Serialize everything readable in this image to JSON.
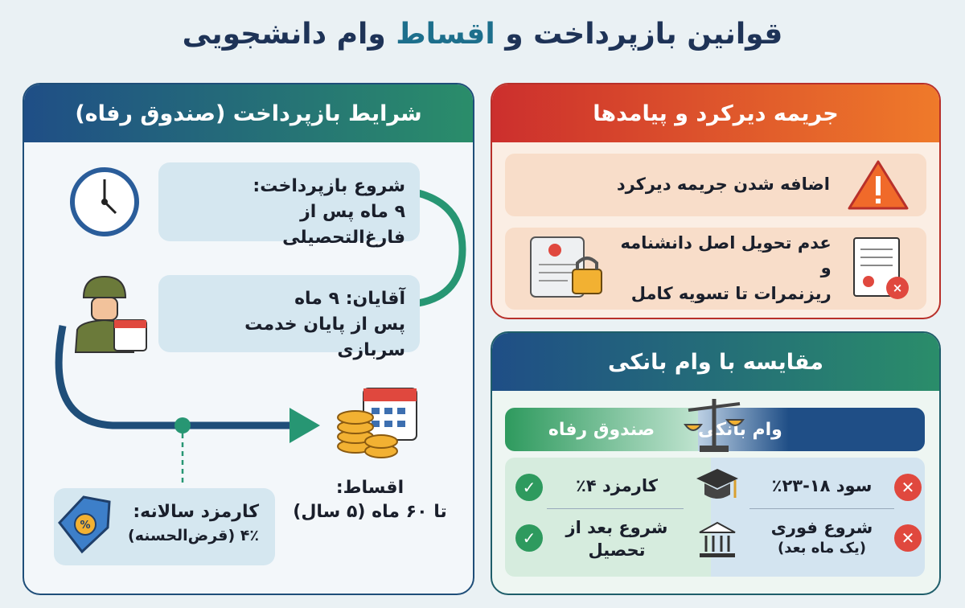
{
  "title": {
    "part1": "قوانین بازپرداخت و ",
    "part2": "اقساط",
    "part3": " وام دانشجویی"
  },
  "repayment": {
    "header": "شرایط بازپرداخت (صندوق رفاه)",
    "start": {
      "label": "شروع بازپرداخت:",
      "value": "۹ ماه پس از فارغ‌التحصیلی"
    },
    "men": {
      "label": "آقایان: ۹ ماه",
      "value": "پس از پایان خدمت سربازی"
    },
    "installments": {
      "label": "اقساط:",
      "value": "تا ۶۰ ماه (۵ سال)"
    },
    "fee": {
      "label": "کارمزد سالانه:",
      "value": "۴٪ (قرض‌الحسنه)"
    }
  },
  "penalty": {
    "header": "جریمه دیرکرد و پیامدها",
    "items": [
      {
        "text": "اضافه شدن جریمه دیرکرد",
        "icon": "warning-icon"
      },
      {
        "line1": "عدم تحویل اصل دانشنامه و",
        "line2": "ریزنمرات تا تسویه کامل",
        "icon": "certificate-lock-icon"
      }
    ]
  },
  "comparison": {
    "header": "مقایسه با وام بانکی",
    "fund_label": "صندوق رفاه",
    "bank_label": "وام بانکی",
    "rows": [
      {
        "fund": "کارمزد ۴٪",
        "bank": "سود ۱۸-۲۳٪",
        "icon": "graduation-cap-icon"
      },
      {
        "fund_line1": "شروع بعد از",
        "fund_line2": "تحصیل",
        "bank_line1": "شروع فوری",
        "bank_line2": "(یک ماه بعد)",
        "icon": "bank-icon"
      }
    ]
  },
  "colors": {
    "navy": "#1e3357",
    "green": "#2e9a5e",
    "blue": "#1f4e79",
    "red": "#d9382f",
    "orange": "#ef7a2a"
  }
}
